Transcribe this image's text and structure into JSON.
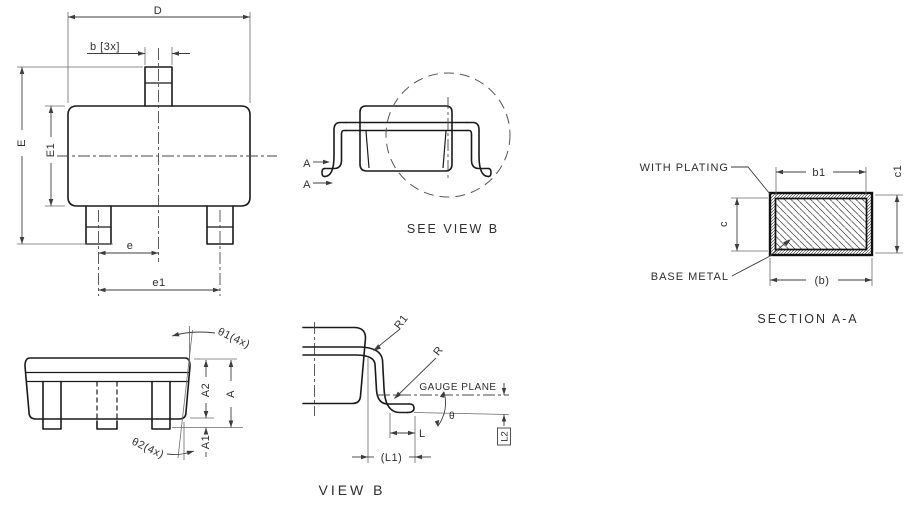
{
  "page": {
    "background": "#ffffff",
    "line_color": "#1a1a1a",
    "dim_color": "#3d3d3d"
  },
  "top_view": {
    "dim_d": "D",
    "dim_b": "b [3x]",
    "dim_E": "E",
    "dim_E1": "E1",
    "dim_e": "e",
    "dim_e1": "e1"
  },
  "side_view": {
    "section_label_top": "A",
    "section_label_bottom": "A",
    "caption": "SEE VIEW B"
  },
  "section_aa": {
    "label_with_plating": "WITH PLATING",
    "label_base_metal": "BASE METAL",
    "dim_b1": "b1",
    "dim_c1": "c1",
    "dim_c": "c",
    "dim_b_ref": "(b)",
    "caption": "SECTION A-A"
  },
  "front_view": {
    "dim_theta1": "θ1(4x)",
    "dim_theta2": "θ2(4x)",
    "dim_A2": "A2",
    "dim_A": "A",
    "dim_A1": "A1"
  },
  "view_b": {
    "dim_R1": "R1",
    "dim_R": "R",
    "label_gauge_plane": "GAUGE PLANE",
    "dim_theta": "θ",
    "dim_L": "L",
    "dim_L1": "(L1)",
    "dim_L2": "L2",
    "caption": "VIEW B"
  }
}
